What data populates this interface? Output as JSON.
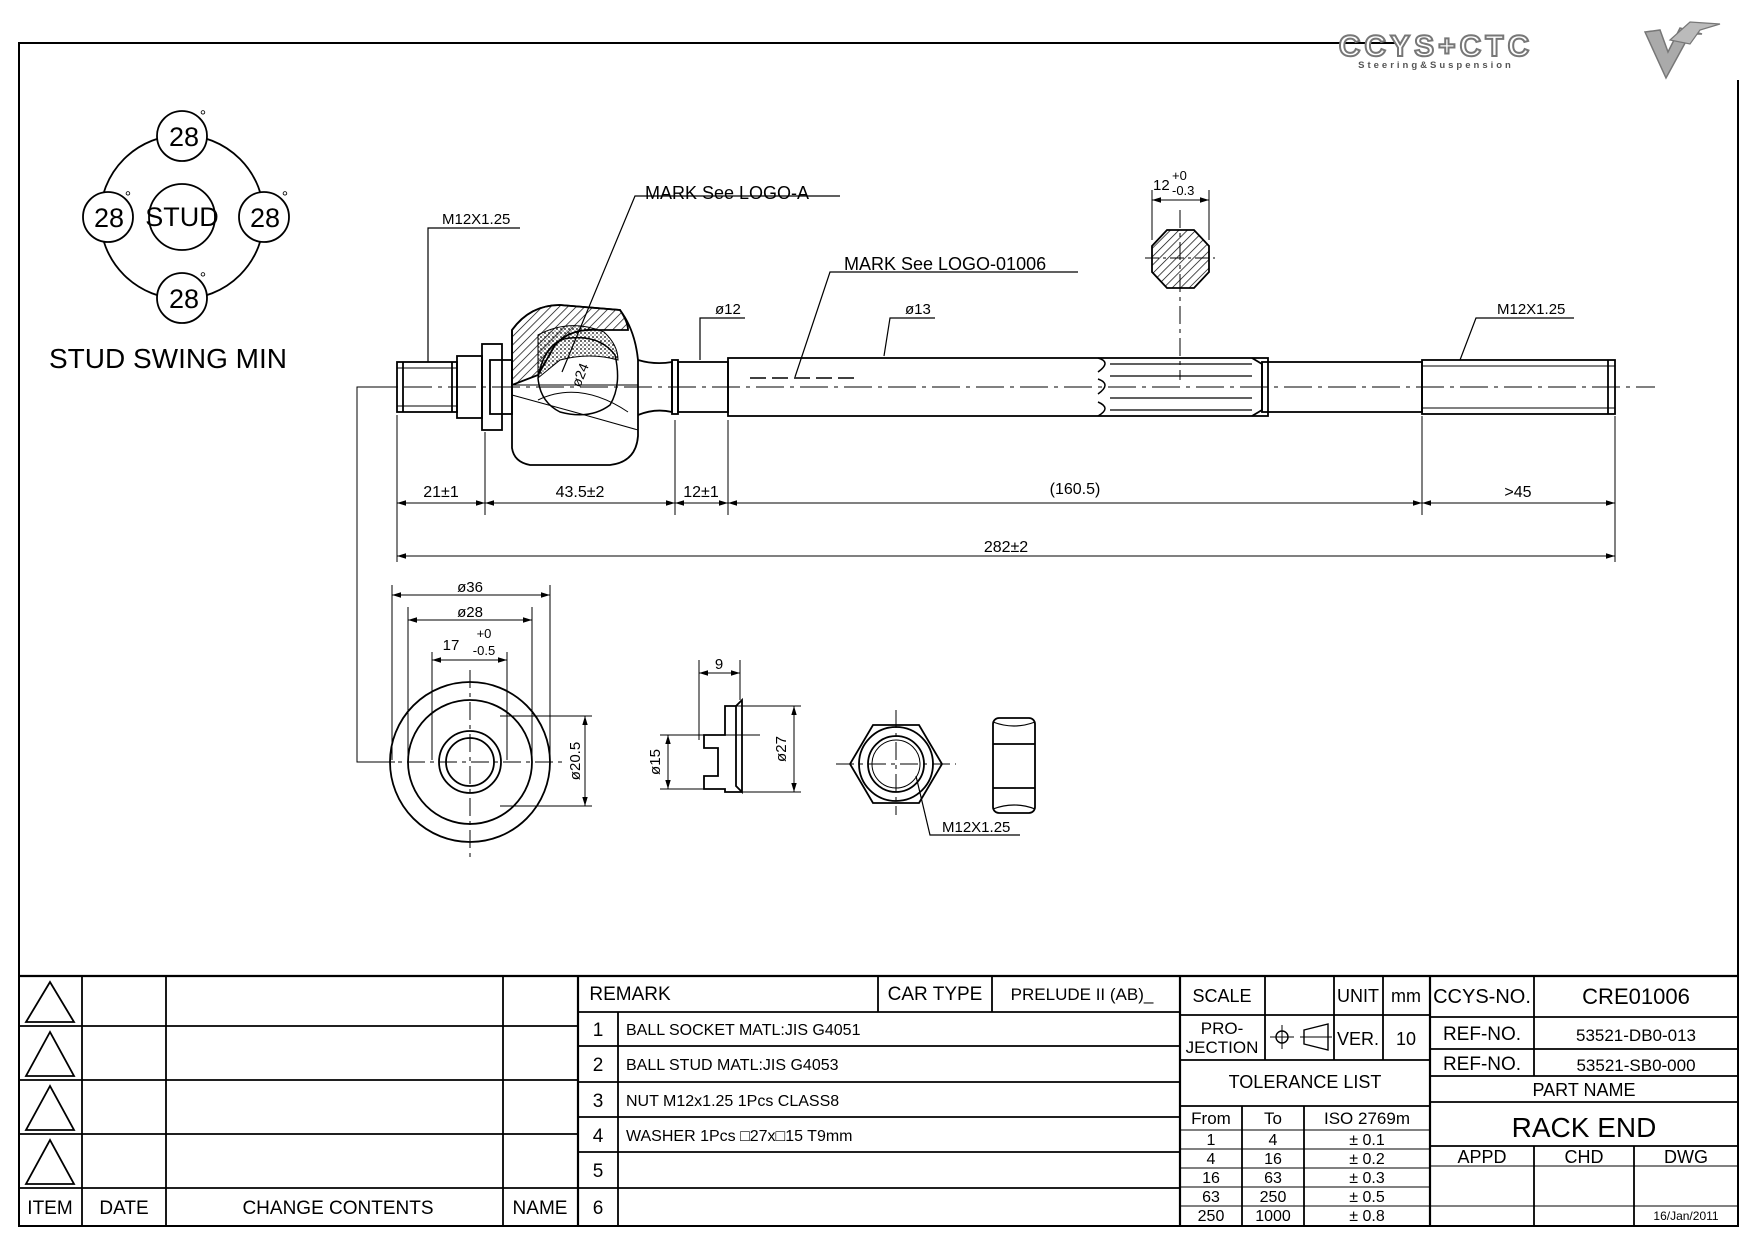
{
  "logo": {
    "brand": "CCYS+CTC",
    "tagline": "Steering&Suspension"
  },
  "stud_swing": {
    "center_label": "STUD",
    "angles": [
      "28",
      "28",
      "28",
      "28"
    ],
    "degree_mark": "°",
    "caption": "STUD SWING MIN"
  },
  "callouts": {
    "thread_left": "M12X1.25",
    "thread_right": "M12X1.25",
    "mark_logo_a": "MARK See LOGO-A",
    "mark_logo_b": "MARK See LOGO-01006",
    "dia12": "ø12",
    "dia13": "ø13",
    "dia24": "ø24",
    "hex_tol": "12",
    "hex_tol_upper": "+0",
    "hex_tol_lower": "-0.3"
  },
  "dimensions": {
    "d1": "21±1",
    "d2": "43.5±2",
    "d3": "12±1",
    "d4": "(160.5)",
    "d5": ">45",
    "total": "282±2"
  },
  "section_view": {
    "dia36": "ø36",
    "dia28": "ø28",
    "dim17": "17",
    "dim17_upper": "+0",
    "dim17_lower": "-0.5",
    "dia20_5": "ø20.5"
  },
  "washer_view": {
    "width": "9",
    "dia15": "ø15",
    "dia27": "ø27"
  },
  "nut_view": {
    "thread": "M12X1.25"
  },
  "title_block": {
    "history_triangles": 4,
    "headers": {
      "item": "ITEM",
      "date": "DATE",
      "change": "CHANGE CONTENTS",
      "name": "NAME"
    },
    "remark_label": "REMARK",
    "car_type_label": "CAR TYPE",
    "car_type": "PRELUDE II (AB)_",
    "remarks": [
      {
        "no": "1",
        "text": "BALL SOCKET MATL:JIS G4051"
      },
      {
        "no": "2",
        "text": "BALL STUD MATL:JIS G4053"
      },
      {
        "no": "3",
        "text": "NUT M12x1.25 1Pcs CLASS8"
      },
      {
        "no": "4",
        "text": "WASHER 1Pcs □27x□15 T9mm"
      },
      {
        "no": "5",
        "text": ""
      },
      {
        "no": "6",
        "text": ""
      }
    ],
    "scale_label": "SCALE",
    "unit_label": "UNIT",
    "unit": "mm",
    "projection_label_1": "PRO-",
    "projection_label_2": "JECTION",
    "ver_label": "VER.",
    "ver": "10",
    "tolerance_title": "TOLERANCE LIST",
    "tolerance_headers": {
      "from": "From",
      "to": "To",
      "iso": "ISO 2769m"
    },
    "tolerances": [
      {
        "from": "1",
        "to": "4",
        "tol": "± 0.1"
      },
      {
        "from": "4",
        "to": "16",
        "tol": "± 0.2"
      },
      {
        "from": "16",
        "to": "63",
        "tol": "± 0.3"
      },
      {
        "from": "63",
        "to": "250",
        "tol": "± 0.5"
      },
      {
        "from": "250",
        "to": "1000",
        "tol": "± 0.8"
      }
    ],
    "ccys_no_label": "CCYS-NO.",
    "ccys_no": "CRE01006",
    "ref_no_label": "REF-NO.",
    "ref_no_1": "53521-DB0-013",
    "ref_no_2": "53521-SB0-000",
    "part_name_label": "PART NAME",
    "part_name": "RACK END",
    "appd_label": "APPD",
    "chd_label": "CHD",
    "dwg_label": "DWG",
    "date": "16/Jan/2011"
  }
}
